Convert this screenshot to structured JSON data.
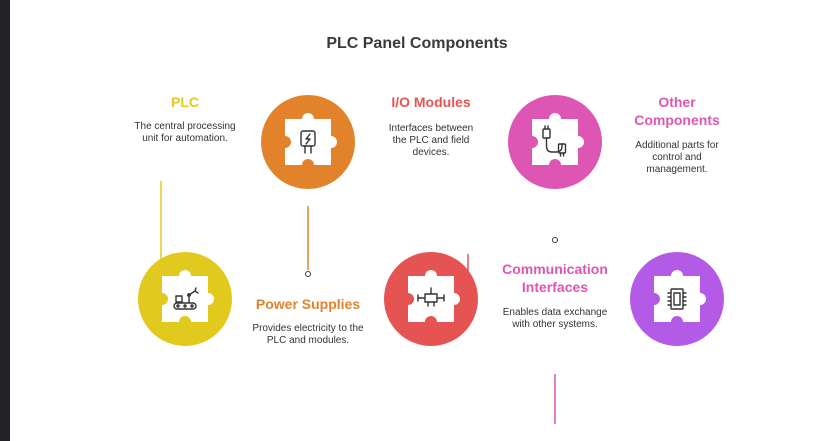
{
  "title": "PLC Panel Components",
  "components": [
    {
      "key": "plc",
      "label": "PLC",
      "description": "The central processing unit for automation.",
      "color": "#E2C91E",
      "icon": "conveyor-robot-icon"
    },
    {
      "key": "power",
      "label": "Power Supplies",
      "description": "Provides electricity to the PLC and modules.",
      "color": "#E2832C",
      "icon": "power-plug-icon"
    },
    {
      "key": "io",
      "label": "I/O Modules",
      "description": "Interfaces between the PLC and field devices.",
      "color": "#E55452",
      "icon": "network-junction-icon"
    },
    {
      "key": "comm",
      "label": "Communication Interfaces",
      "description": "Enables data exchange with other systems.",
      "color": "#DD56B3",
      "icon": "cable-connectors-icon"
    },
    {
      "key": "other",
      "label": "Other Components",
      "description": "Additional parts for control and management.",
      "color": "#B35BE6",
      "icon": "microchip-icon"
    }
  ],
  "colors": {
    "title": "#3a3a3a",
    "text": "#333333"
  }
}
